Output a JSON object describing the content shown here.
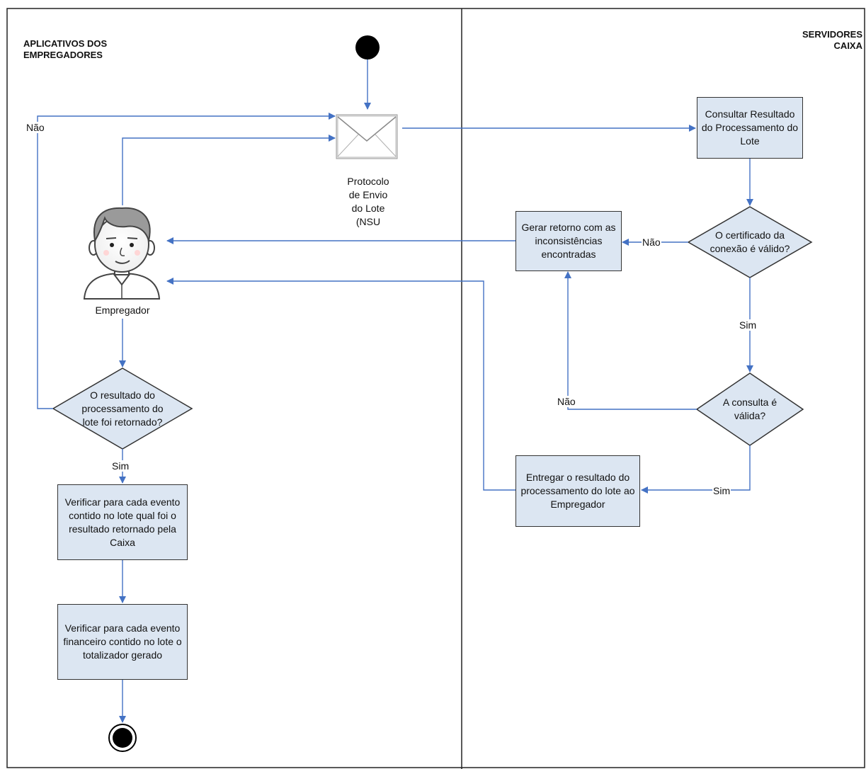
{
  "lanes": {
    "left_title": "APLICATIVOS DOS\nEMPREGADORES",
    "right_title": "SERVIDORES\nCAIXA"
  },
  "actors": {
    "employer_label": "Empregador",
    "envelope_caption": "Protocolo\nde Envio\ndo Lote\n(NSU"
  },
  "boxes": {
    "consultar": "Consultar Resultado do Processamento do Lote",
    "gerar_retorno": "Gerar retorno com as inconsistências encontradas",
    "entregar": "Entregar o resultado do processamento do lote ao Empregador",
    "verificar_eventos": "Verificar para cada evento contido no lote qual foi o resultado retornado pela Caixa",
    "verificar_financeiro": "Verificar para cada evento financeiro contido no lote o totalizador gerado"
  },
  "decisions": {
    "certificado": "O certificado da\nconexão é válido?",
    "consulta": "A consulta é\nválida?",
    "resultado": "O resultado do\nprocessamento do\nlote foi retornado?"
  },
  "edge_labels": {
    "nao_left": "Não",
    "nao_certificado": "Não",
    "sim_certificado": "Sim",
    "nao_consulta": "Não",
    "sim_consulta": "Sim",
    "sim_resultado": "Sim"
  },
  "colors": {
    "arrow": "#4472c4",
    "box_fill": "#dce6f2",
    "diamond_fill": "#dce6f2",
    "border": "#333333"
  }
}
